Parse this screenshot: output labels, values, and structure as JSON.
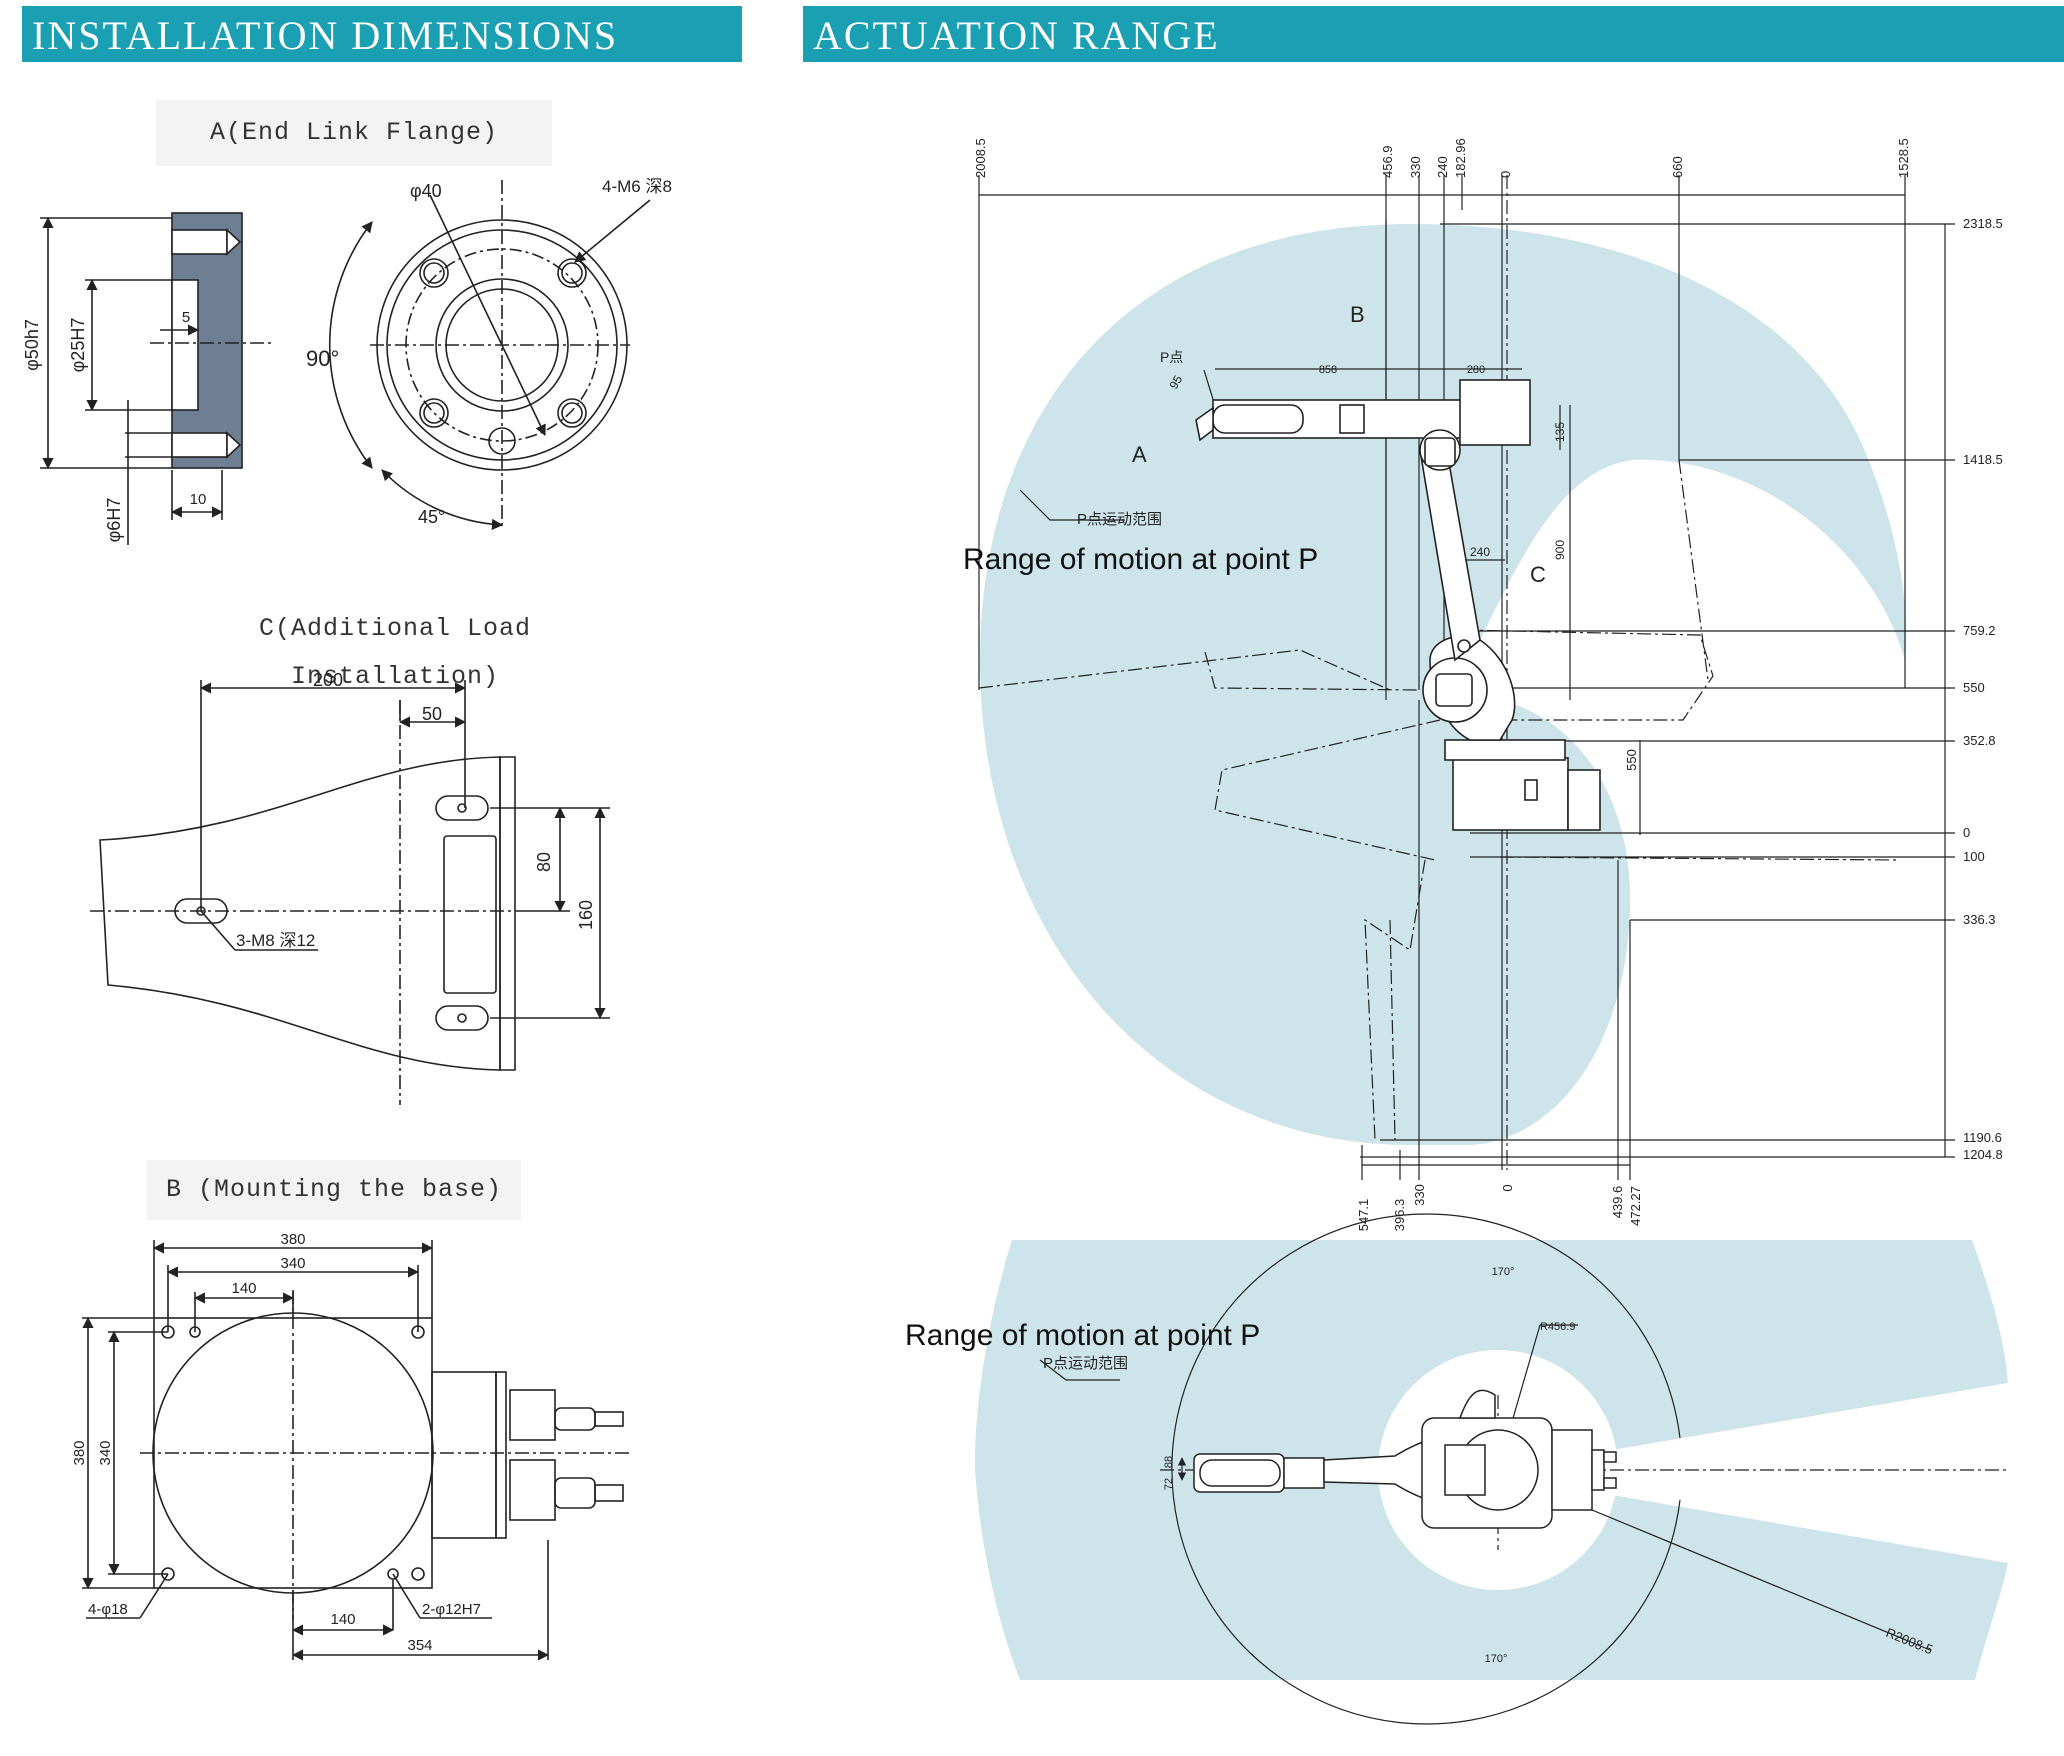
{
  "headers": {
    "installation": "INSTALLATION DIMENSIONS",
    "actuation": "ACTUATION RANGE"
  },
  "section_labels": {
    "a": "A(End Link Flange)",
    "c": "C(Additional Load Installation)",
    "b": "B (Mounting the base)"
  },
  "flange": {
    "d50": "φ50h7",
    "d25": "φ25H7",
    "d6": "φ6H7",
    "dim5": "5",
    "dim10": "10",
    "d40": "φ40",
    "holes": "4-M6 深8",
    "angle90": "90°",
    "angle45": "45°"
  },
  "load": {
    "dim200": "200",
    "dim50": "50",
    "dim80": "80",
    "dim160": "160",
    "holes": "3-M8 深12"
  },
  "base": {
    "dim380_top": "380",
    "dim340_top": "340",
    "dim140_top": "140",
    "dim380_side": "380",
    "dim340_side": "340",
    "holes18": "4-φ18",
    "holes12": "2-φ12H7",
    "dim140_bottom": "140",
    "dim354": "354"
  },
  "side_view": {
    "top_dims": [
      "2008.5",
      "456.9",
      "330",
      "240",
      "182.96",
      "0",
      "660",
      "1528.5"
    ],
    "right_dims": [
      "2318.5",
      "1418.5",
      "759.2",
      "550",
      "352.8",
      "0",
      "100",
      "336.3",
      "1190.6",
      "1204.8"
    ],
    "bottom_dims": [
      "547.1",
      "396.3",
      "330",
      "0",
      "439.6",
      "472.27"
    ],
    "arm_858": "858",
    "arm_280": "280",
    "arm_95": "95",
    "dim135": "135",
    "dim900": "900",
    "dim240": "240",
    "dim550": "550",
    "p_point": "P点",
    "view_a": "A",
    "view_b": "B",
    "view_c": "C",
    "range_cn": "P点运动范围",
    "range_en": "Range of motion at point P"
  },
  "top_view": {
    "range_en": "Range of motion at point P",
    "range_cn": "P点运动范围",
    "angle_top": "170°",
    "angle_bottom": "170°",
    "r_inner": "R456.9",
    "r_outer": "R2008.5",
    "dim88": "88",
    "dim72": "72"
  },
  "colors": {
    "header": "#1aa0b2",
    "range_fill": "#cde5ea",
    "base_plate": "#6e7f93"
  }
}
